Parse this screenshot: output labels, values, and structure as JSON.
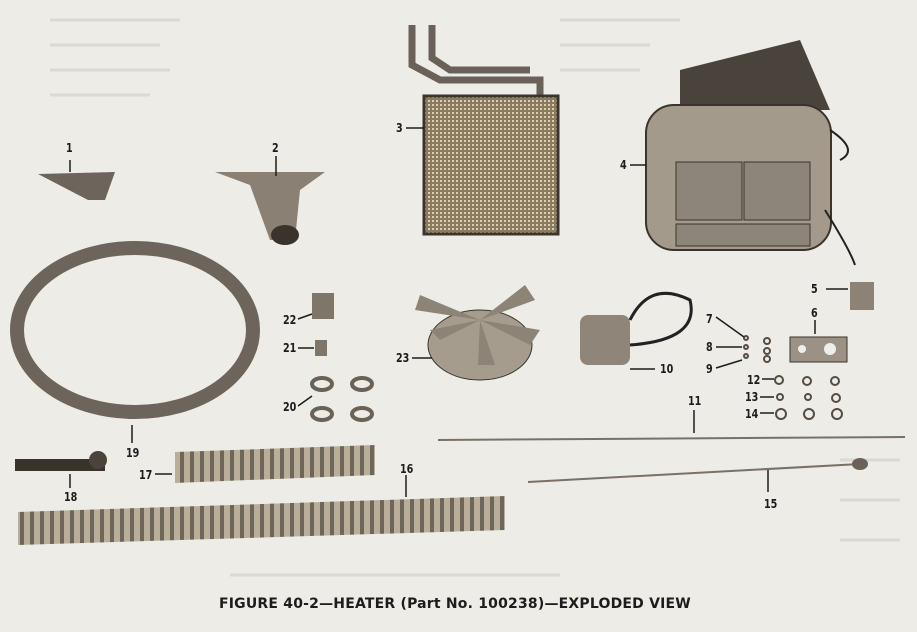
{
  "figure": {
    "caption": "FIGURE 40-2—HEATER (Part No. 100238)—EXPLODED VIEW",
    "callouts": [
      "1",
      "2",
      "3",
      "4",
      "5",
      "6",
      "7",
      "8",
      "9",
      "10",
      "11",
      "12",
      "13",
      "14",
      "15",
      "16",
      "17",
      "18",
      "19",
      "20",
      "21",
      "22",
      "23"
    ]
  }
}
